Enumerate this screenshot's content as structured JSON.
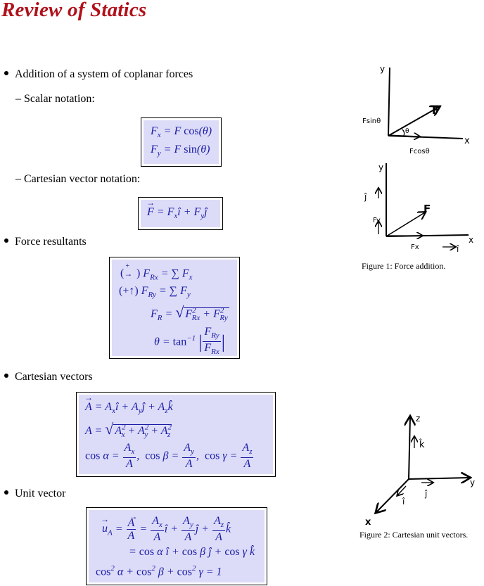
{
  "title": "Review of Statics",
  "bullets": {
    "addition": "Addition of a system of coplanar forces",
    "scalar": "– Scalar notation:",
    "cartesian_notation": "– Cartesian vector notation:",
    "resultants": "Force resultants",
    "cartesian_vectors": "Cartesian vectors",
    "unit_vector": "Unit vector"
  },
  "equations": {
    "fx": "Fx = F cos(θ)",
    "fy": "Fy = F sin(θ)",
    "fvec": "F = Fx î + Fy ĵ",
    "frx": "(→+) FRx = ∑ Fx",
    "fry": "(+↑) FRy = ∑ Fy",
    "fr": "FR = √(FRx² + FRy²)",
    "theta": "θ = tan⁻¹ |FRy / FRx|",
    "avec": "A = Ax î + Ay ĵ + Az k̂",
    "amag": "A = √(Ax² + Ay² + Az²)",
    "cos": "cos α = Ax/A, cos β = Ay/A, cos γ = Az/A",
    "uvec1": "uA = A/A = Ax/A î + Ay/A ĵ + Az/A k̂",
    "uvec2": "= cos α î + cos β ĵ + cos γ k̂",
    "uvec3": "cos² α + cos² β + cos² γ = 1"
  },
  "figures": {
    "fig1_caption": "Figure 1: Force addition.",
    "fig2_caption": "Figure 2: Cartesian unit vectors.",
    "fig1_labels": {
      "y": "y",
      "x": "x",
      "F": "F",
      "fsin": "Fsinθ",
      "fcos": "Fcosθ",
      "theta": "θ",
      "y2": "y",
      "x2": "x",
      "F2": "F",
      "j": "ĵ",
      "Fy": "Fy",
      "Fx": "Fx",
      "i": "î"
    },
    "fig2_labels": {
      "z": "z",
      "y": "y",
      "x": "x",
      "k": "k̂",
      "j": "ĵ",
      "i": "î"
    }
  }
}
